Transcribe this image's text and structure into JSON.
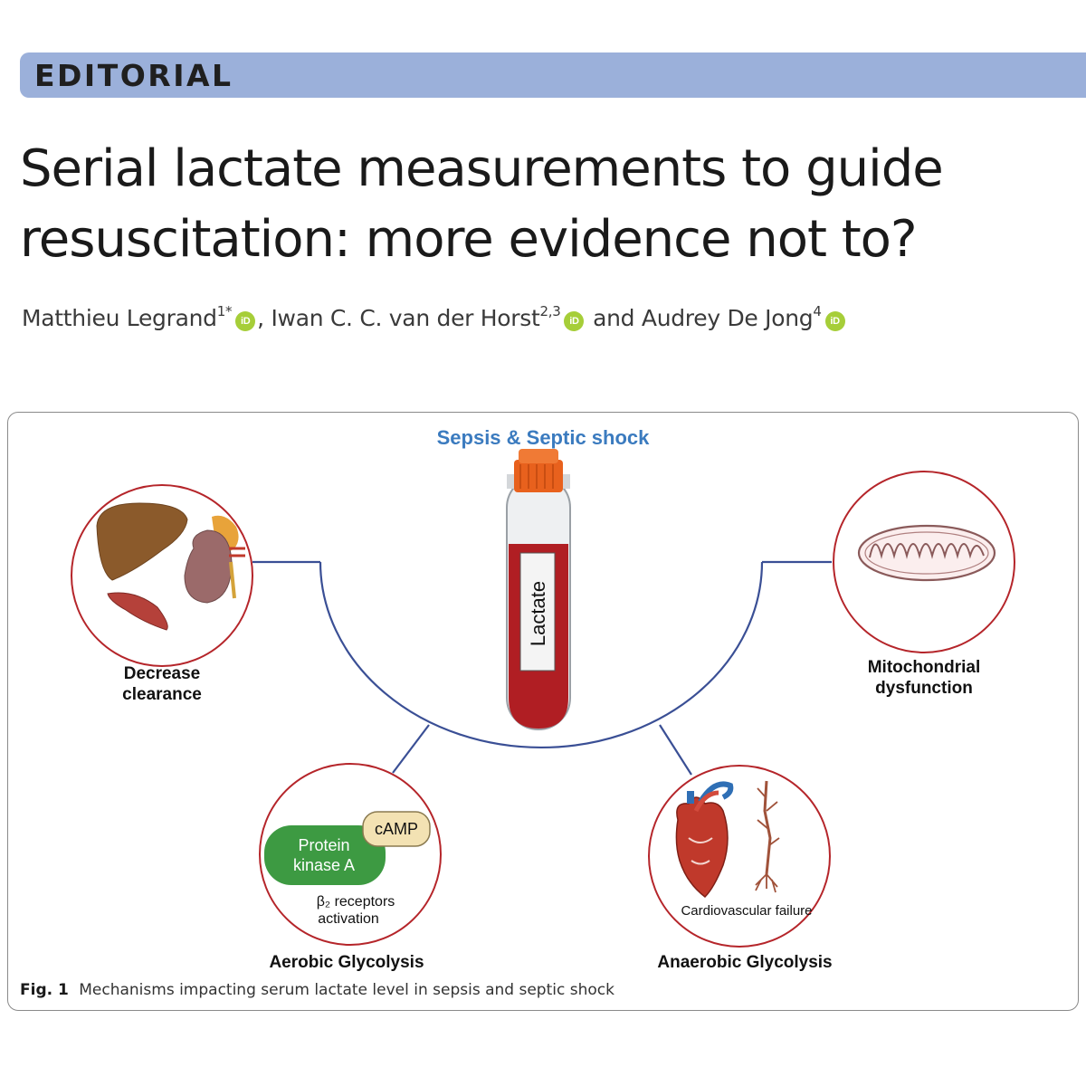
{
  "section_label": "EDITORIAL",
  "title_line1": "Serial lactate measurements to guide",
  "title_line2": "resuscitation: more evidence not to?",
  "authors": [
    {
      "name": "Matthieu Legrand",
      "affil": "1*",
      "orcid": "iD",
      "sep": ", "
    },
    {
      "name": "Iwan C. C. van der Horst",
      "affil": "2,3",
      "orcid": "iD",
      "sep": " and "
    },
    {
      "name": "Audrey De Jong",
      "affil": "4",
      "orcid": "iD",
      "sep": ""
    }
  ],
  "figure": {
    "heading": "Sepsis & Septic shock",
    "tube_label": "Lactate",
    "nodes": {
      "clearance": {
        "line1": "Decrease",
        "line2": "clearance"
      },
      "mito": {
        "line1": "Mitochondrial",
        "line2": "dysfunction"
      },
      "aerobic": {
        "title": "Aerobic Glycolysis",
        "pka_line1": "Protein",
        "pka_line2": "kinase A",
        "camp": "cAMP",
        "receptor_line1": "β₂ receptors",
        "receptor_line2": "activation"
      },
      "anaerobic": {
        "title": "Anaerobic Glycolysis",
        "inner": "Cardiovascular failure"
      }
    },
    "colors": {
      "heading": "#3b7bbf",
      "circle_border": "#b5252a",
      "connector": "#3a4f95",
      "blood": "#b01e23",
      "cap": "#e8611d",
      "pka": "#3d9a42",
      "camp": "#f3e2b3"
    },
    "icons": [
      "liver-icon",
      "kidney-icon",
      "muscle-icon",
      "mitochondrion-icon",
      "heart-icon",
      "vessel-icon",
      "blood-tube-icon"
    ]
  },
  "caption": {
    "label": "Fig. 1",
    "text": "Mechanisms impacting serum lactate level in sepsis and septic shock"
  }
}
